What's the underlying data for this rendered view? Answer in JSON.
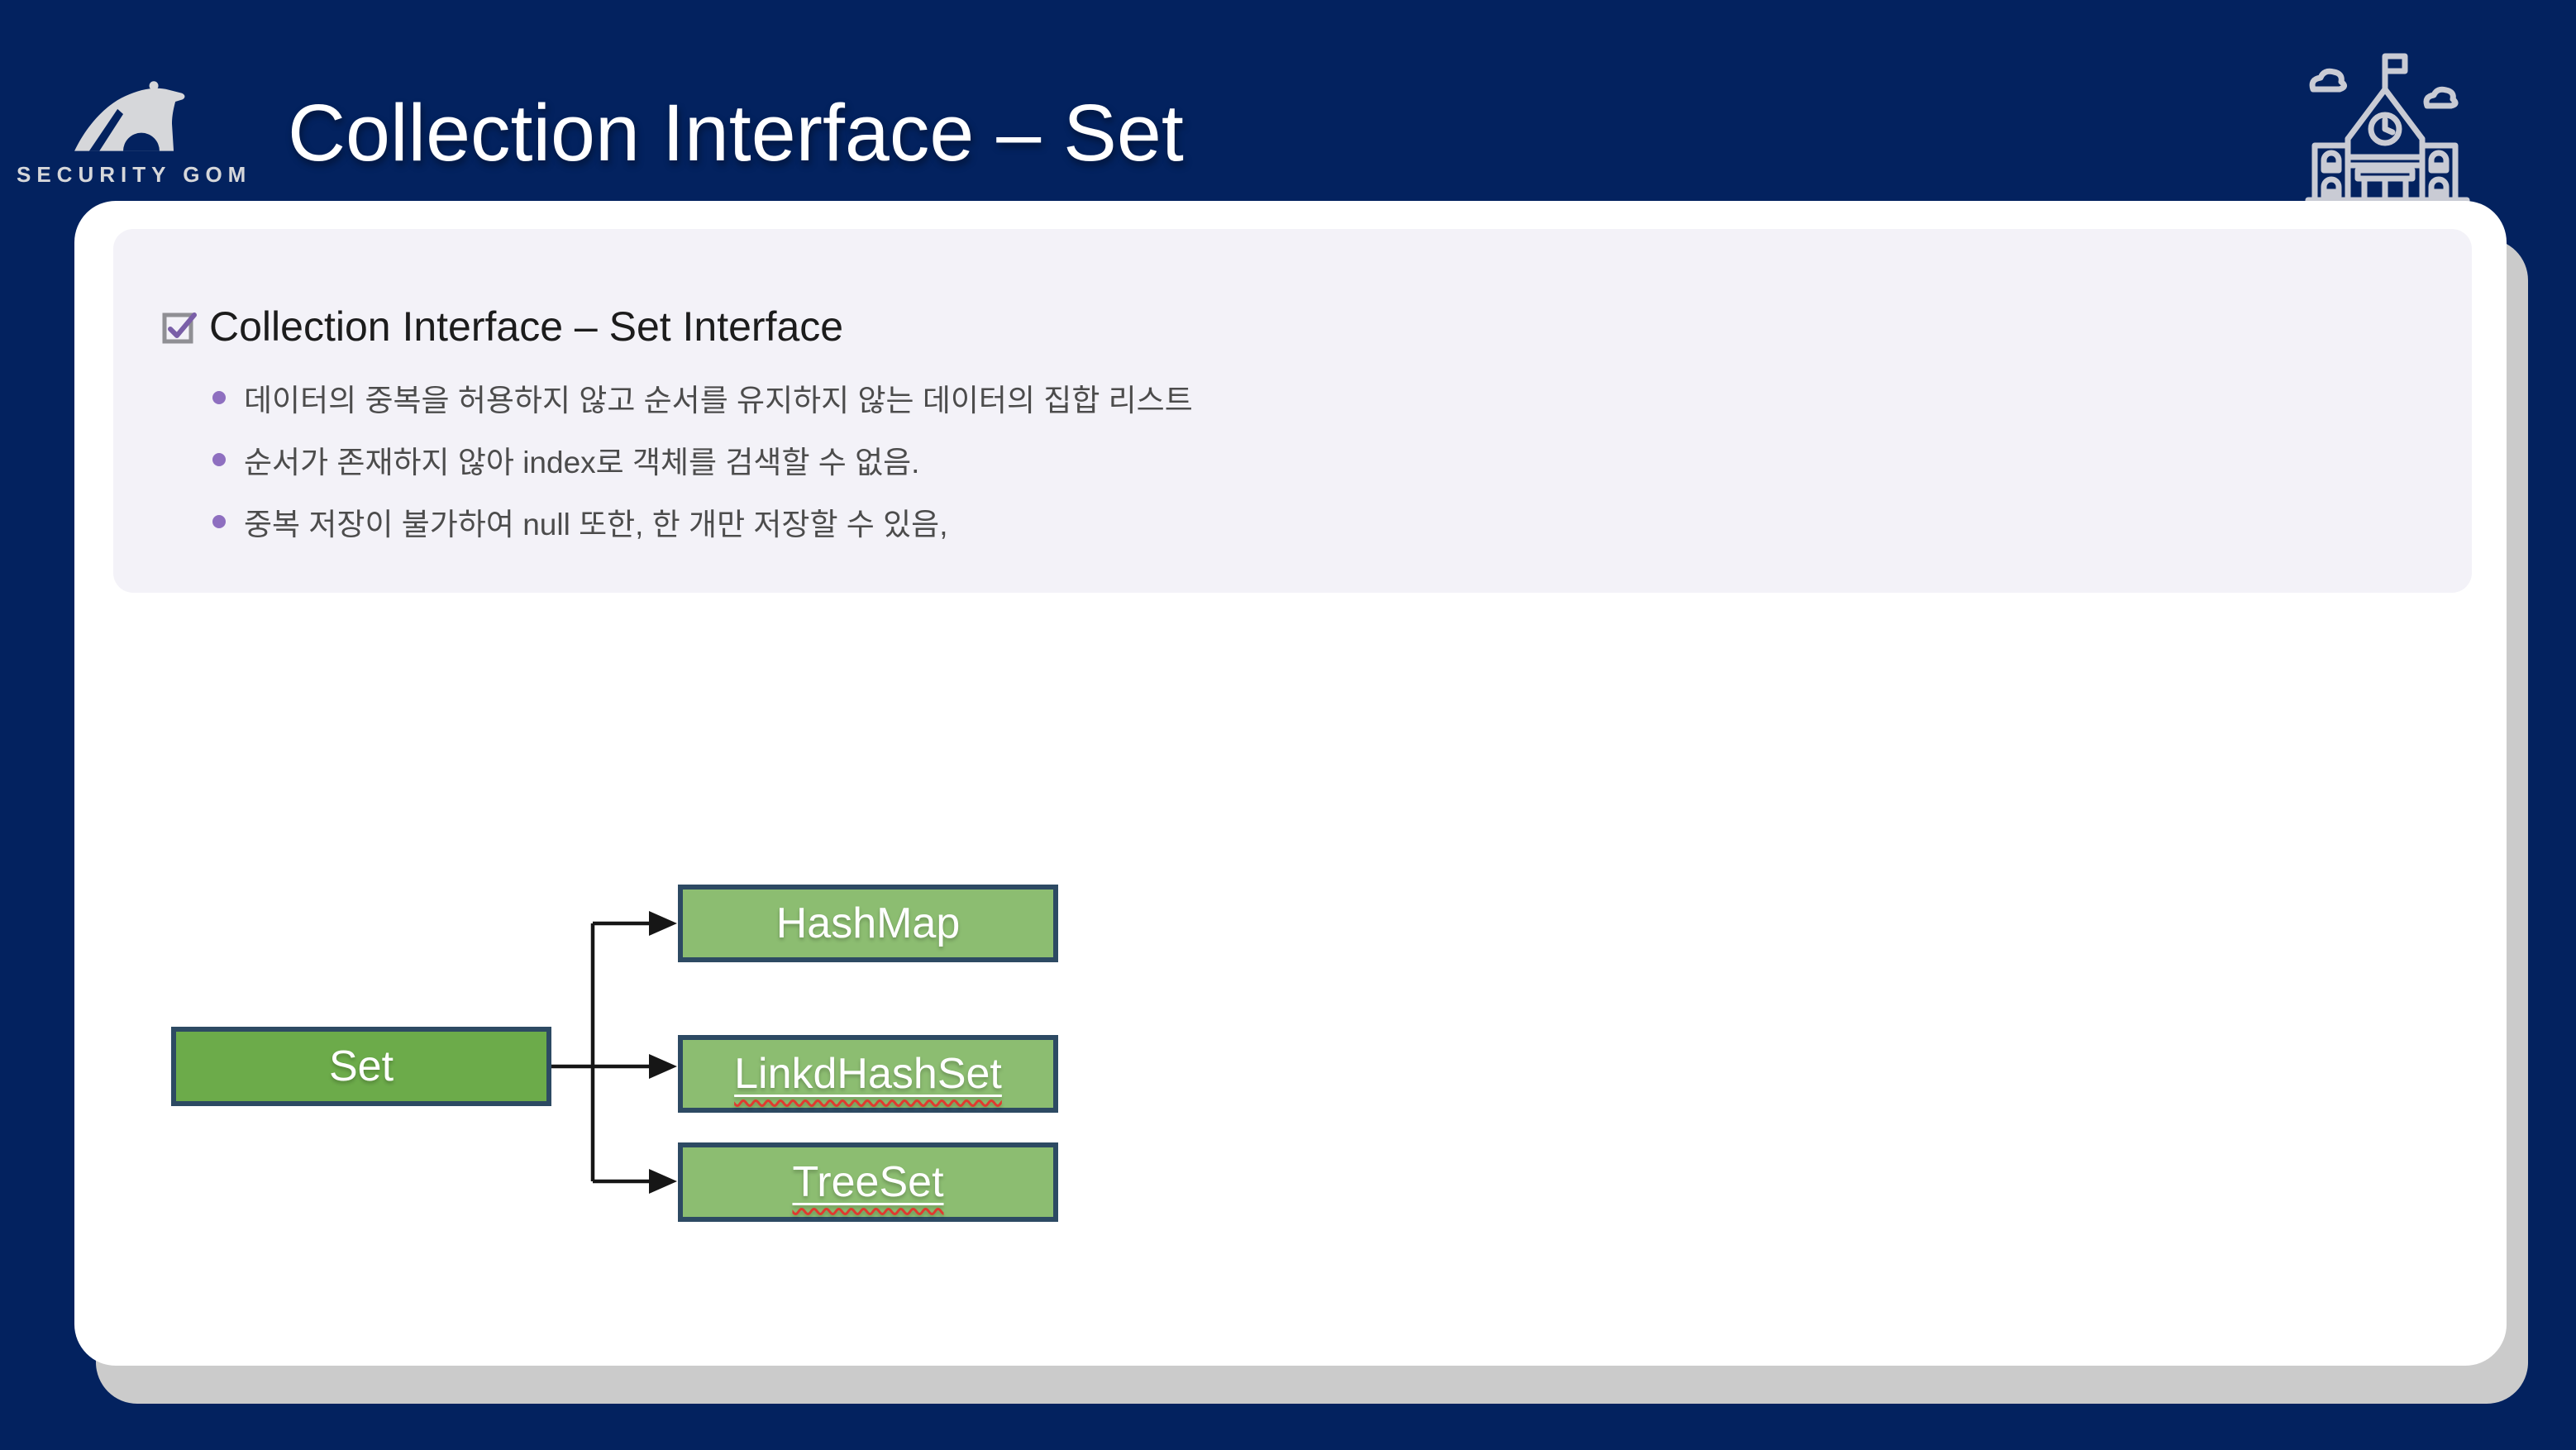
{
  "header": {
    "brand": "SECURITY GOM",
    "title": "Collection Interface – Set",
    "logo_icon": "polar-bear-icon",
    "corner_icon": "school-building-icon"
  },
  "content": {
    "heading": "Collection Interface – Set Interface",
    "bullets": [
      "데이터의 중복을 허용하지 않고 순서를 유지하지 않는 데이터의 집합 리스트",
      "순서가 존재하지 않아 index로 객체를 검색할 수 없음.",
      "중복 저장이 불가하여 null 또한, 한 개만 저장할 수 있음,"
    ]
  },
  "diagram": {
    "type": "hierarchy",
    "root": "Set",
    "children": [
      "HashMap",
      "LinkdHashSet",
      "TreeSet"
    ],
    "underlined_with_spellcheck": [
      "LinkdHashSet",
      "TreeSet"
    ]
  },
  "colors": {
    "background": "#03225f",
    "card": "#ffffff",
    "card_shadow": "#cbcbcb",
    "panel": "#f3f2f8",
    "heading_text": "#1c1c1c",
    "body_text": "#4c4c4c",
    "bullet_dot": "#8e6fc0",
    "checkbox_check": "#7a5fa8",
    "root_box_fill": "#6cab4a",
    "child_box_fill": "#8cbd71",
    "box_border": "#2d4a63",
    "box_text": "#ffffff",
    "spellcheck_squiggle": "#e03a2f",
    "connector_line": "#161616"
  }
}
